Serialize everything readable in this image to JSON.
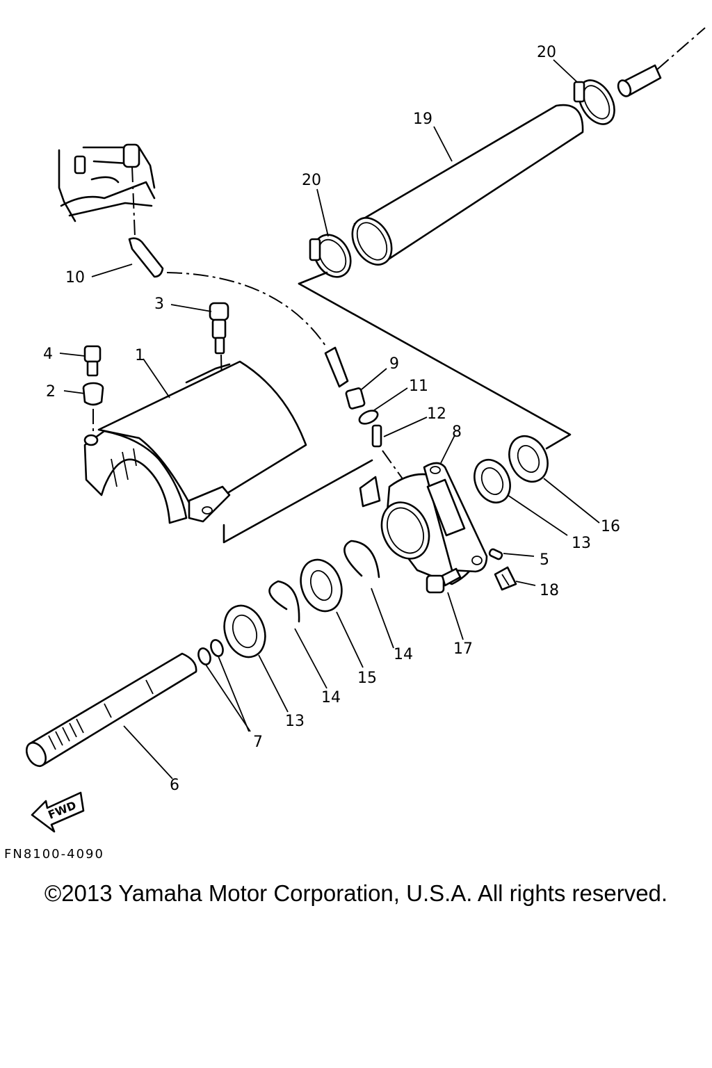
{
  "diagram": {
    "code": "FN8100-4090",
    "direction_label": "FWD",
    "callouts": [
      "1",
      "2",
      "3",
      "4",
      "5",
      "6",
      "7",
      "8",
      "9",
      "10",
      "11",
      "12",
      "13",
      "13",
      "14",
      "14",
      "15",
      "16",
      "17",
      "18",
      "19",
      "20",
      "20"
    ]
  },
  "footer": {
    "copyright": "©2013 Yamaha Motor Corporation, U.S.A. All rights reserved."
  }
}
